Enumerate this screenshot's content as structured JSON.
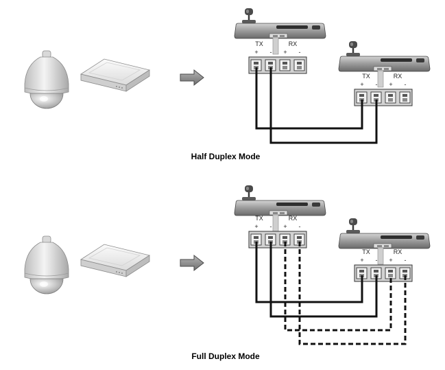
{
  "panels": [
    {
      "id": "half",
      "caption": "Half Duplex Mode",
      "controller_a": {
        "tx_label": "TX",
        "rx_label": "RX",
        "terminal_signs": [
          "+",
          "-",
          "+",
          "-"
        ]
      },
      "controller_b": {
        "tx_label": "TX",
        "rx_label": "RX",
        "terminal_signs": [
          "+",
          "-",
          "+",
          "-"
        ]
      },
      "wires": [
        {
          "from": "A.TX+",
          "to": "B.TX+",
          "style": "solid"
        },
        {
          "from": "A.TX-",
          "to": "B.TX-",
          "style": "solid"
        }
      ]
    },
    {
      "id": "full",
      "caption": "Full Duplex Mode",
      "controller_a": {
        "tx_label": "TX",
        "rx_label": "RX",
        "terminal_signs": [
          "+",
          "-",
          "+",
          "-"
        ]
      },
      "controller_b": {
        "tx_label": "TX",
        "rx_label": "RX",
        "terminal_signs": [
          "+",
          "-",
          "+",
          "-"
        ]
      },
      "wires": [
        {
          "from": "A.TX+",
          "to": "B.TX+",
          "style": "solid"
        },
        {
          "from": "A.TX-",
          "to": "B.TX-",
          "style": "solid"
        },
        {
          "from": "A.RX+",
          "to": "B.RX+",
          "style": "dashed"
        },
        {
          "from": "A.RX-",
          "to": "B.RX-",
          "style": "dashed"
        }
      ]
    }
  ],
  "icons": [
    "dome-camera-icon",
    "dvr-recorder-icon",
    "arrow-right-icon",
    "keyboard-controller-icon"
  ],
  "colors": {
    "wire": "#111111",
    "device_body": "#e6e6e6",
    "terminal_block": "#cfcfcf",
    "arrow": "#8f8f8f"
  }
}
